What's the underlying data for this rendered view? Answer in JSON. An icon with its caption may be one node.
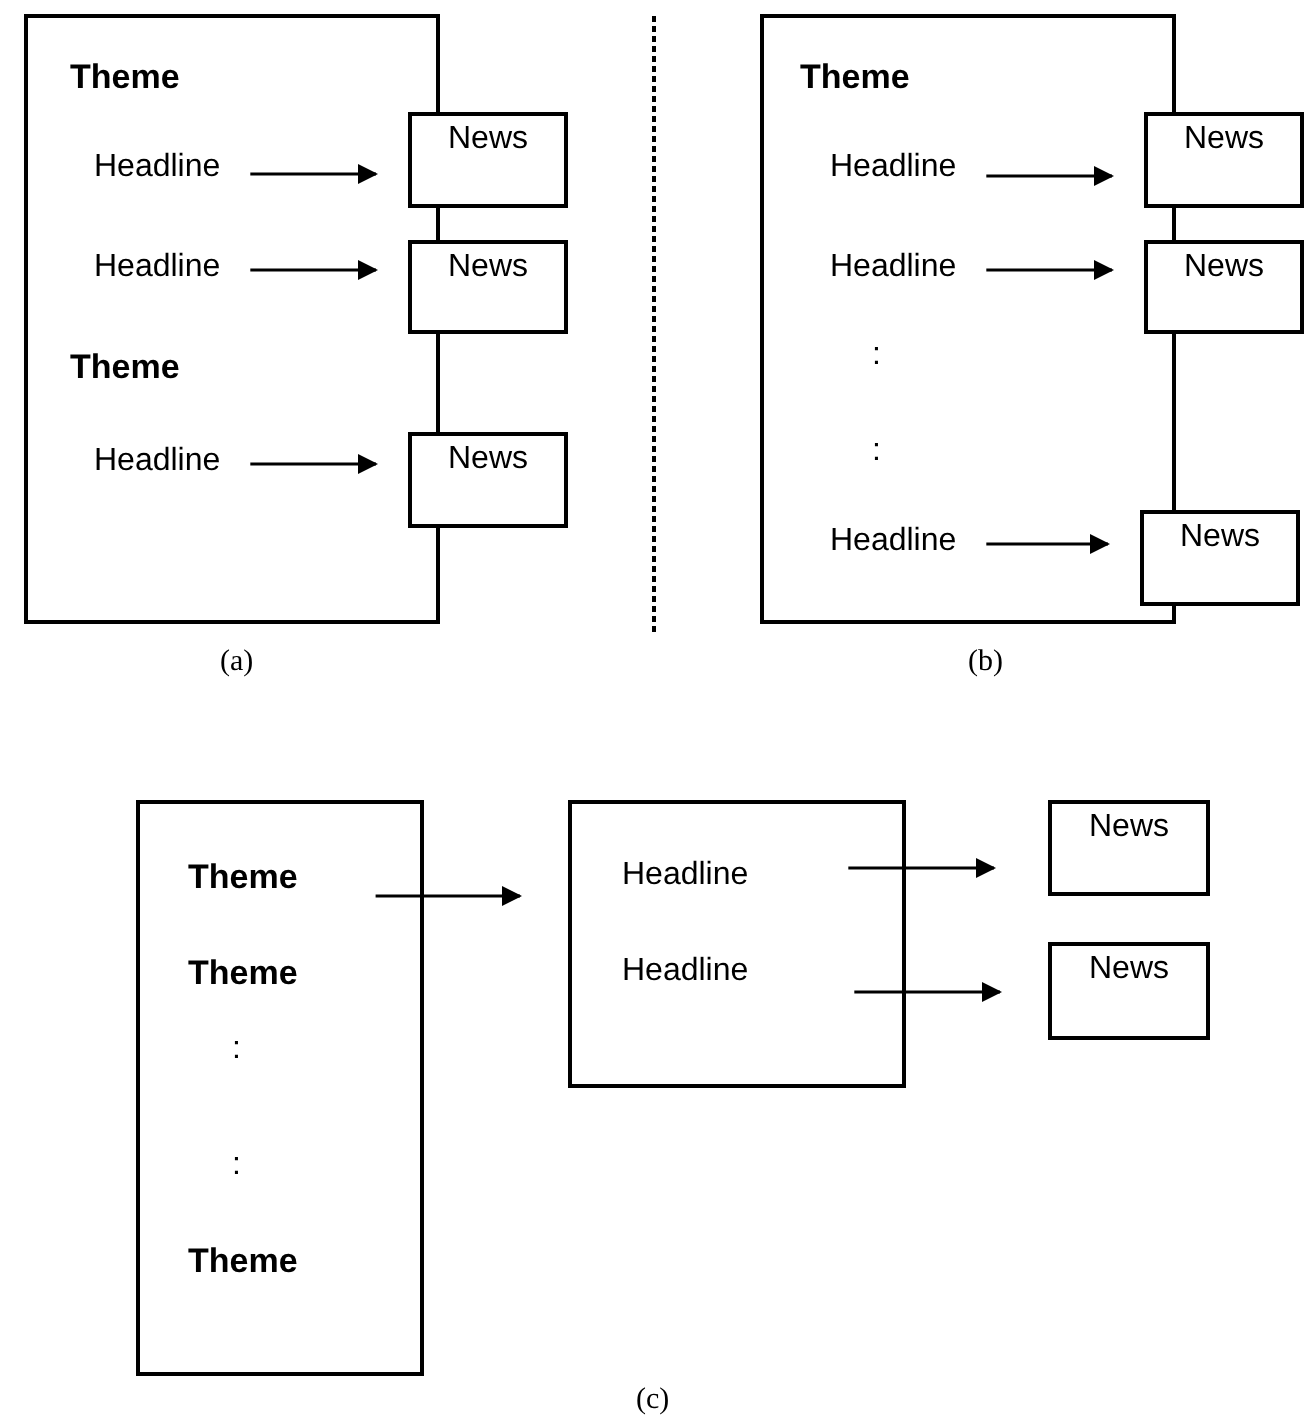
{
  "diagram": {
    "nodes": [
      {
        "text": [],
        "shape": "box"
      },
      {
        "text": [
          "Theme"
        ],
        "in": 0
      },
      {
        "text": [
          "Headline"
        ],
        "in": 0
      },
      {
        "text": [
          "News"
        ]
      },
      {
        "text": [
          "Headline"
        ],
        "in": 0
      },
      {
        "text": [
          "News"
        ]
      },
      {
        "text": [
          "Theme"
        ],
        "in": 0
      },
      {
        "text": [
          "Headline"
        ],
        "in": 0
      },
      {
        "text": [
          "News"
        ]
      },
      {
        "text": [],
        "shape": "box"
      },
      {
        "text": [
          "Theme"
        ],
        "in": 9
      },
      {
        "text": [
          "Headline"
        ],
        "in": 9
      },
      {
        "text": [
          "News"
        ]
      },
      {
        "text": [
          "Headline"
        ],
        "in": 9
      },
      {
        "text": [
          "News"
        ]
      },
      {
        "text": [
          "Headline"
        ],
        "in": 9
      },
      {
        "text": [
          "News"
        ]
      },
      {
        "text": [],
        "shape": "box"
      },
      {
        "text": [
          "Theme"
        ],
        "in": 17
      },
      {
        "text": [
          "Theme"
        ],
        "in": 17
      },
      {
        "text": [
          "Theme"
        ],
        "in": 17
      },
      {
        "text": [],
        "shape": "box"
      },
      {
        "text": [
          "Headline"
        ],
        "in": 21
      },
      {
        "text": [
          "Headline"
        ],
        "in": 21
      },
      {
        "text": [
          "News"
        ]
      },
      {
        "text": [
          "News"
        ]
      }
    ],
    "edges": [
      {
        "from": 2,
        "to": 3,
        "arrow": "to"
      },
      {
        "from": 4,
        "to": 5,
        "arrow": "to"
      },
      {
        "from": 7,
        "to": 8,
        "arrow": "to"
      },
      {
        "from": 11,
        "to": 12,
        "arrow": "to"
      },
      {
        "from": 13,
        "to": 14,
        "arrow": "to"
      },
      {
        "from": 15,
        "to": 16,
        "arrow": "to"
      },
      {
        "from": 18,
        "to": 21,
        "arrow": "to"
      },
      {
        "from": 22,
        "to": 24,
        "arrow": "to"
      },
      {
        "from": 23,
        "to": 25,
        "arrow": "to"
      }
    ],
    "labels": [
      ":",
      ":",
      "(a)",
      "(b)",
      ":",
      ":",
      "(c)"
    ]
  }
}
